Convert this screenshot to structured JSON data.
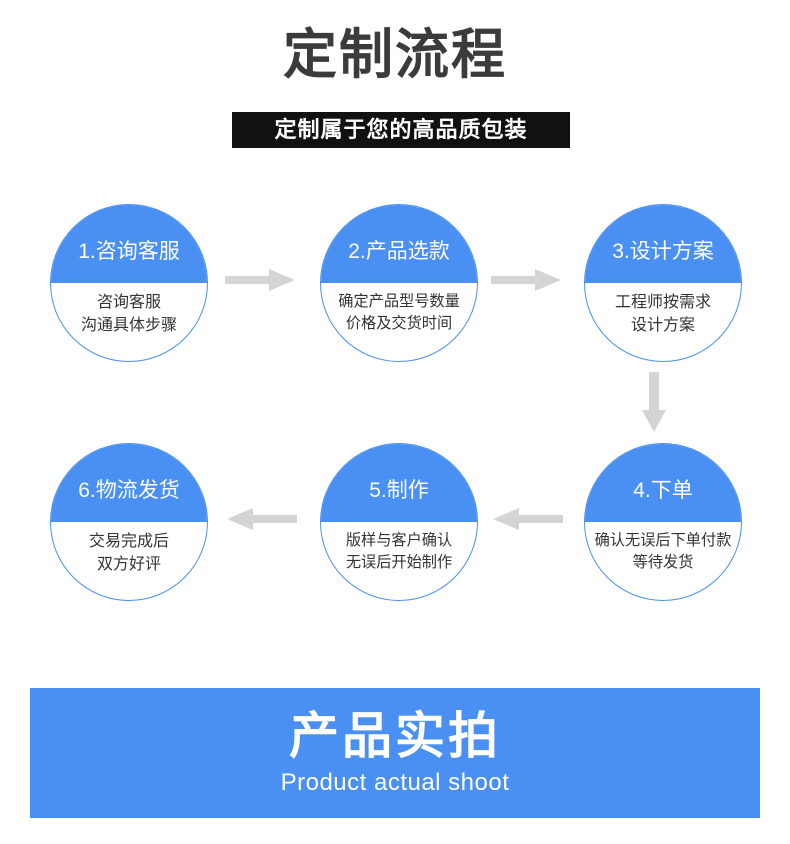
{
  "header": {
    "main_title": "定制流程",
    "subtitle": "定制属于您的高品质包装",
    "subtitle_bar_color": "#111111",
    "title_color": "#3b3b3b"
  },
  "theme": {
    "accent_blue": "#4a90f2",
    "arrow_gray": "#d4d4d4",
    "text_dark": "#333333"
  },
  "flow": {
    "nodes": [
      {
        "id": "1",
        "title": "1.咨询客服",
        "desc_line1": "咨询客服",
        "desc_line2": "沟通具体步骤"
      },
      {
        "id": "2",
        "title": "2.产品选款",
        "desc_line1": "确定产品型号数量",
        "desc_line2": "价格及交货时间"
      },
      {
        "id": "3",
        "title": "3.设计方案",
        "desc_line1": "工程师按需求",
        "desc_line2": "设计方案"
      },
      {
        "id": "4",
        "title": "4.下单",
        "desc_line1": "确认无误后下单付款",
        "desc_line2": "等待发货"
      },
      {
        "id": "5",
        "title": "5.制作",
        "desc_line1": "版样与客户确认",
        "desc_line2": "无误后开始制作"
      },
      {
        "id": "6",
        "title": "6.物流发货",
        "desc_line1": "交易完成后",
        "desc_line2": "双方好评"
      }
    ],
    "arrows": [
      {
        "id": "1-2",
        "direction": "right"
      },
      {
        "id": "2-3",
        "direction": "right"
      },
      {
        "id": "3-4",
        "direction": "down"
      },
      {
        "id": "4-5",
        "direction": "left"
      },
      {
        "id": "5-6",
        "direction": "left"
      }
    ]
  },
  "banner": {
    "title": "产品实拍",
    "subtitle": "Product actual shoot",
    "background_color": "#4a90f2"
  }
}
